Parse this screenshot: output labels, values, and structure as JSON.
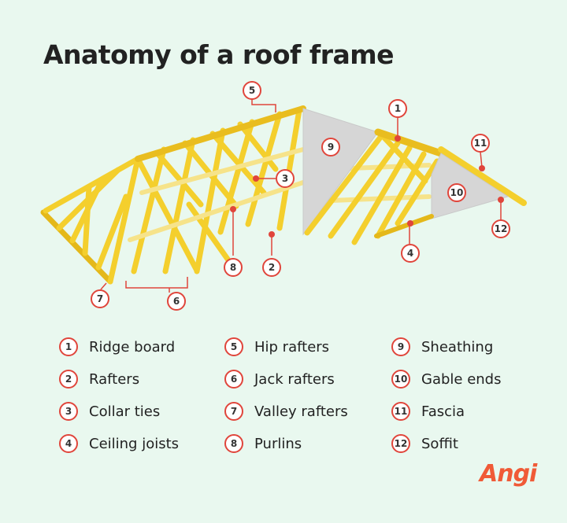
{
  "title": "Anatomy of a roof frame",
  "brand": "Angi",
  "colors": {
    "wood": "#f4cf2d",
    "wood_dark": "#d9a810",
    "sheathing": "#d6d6d6",
    "accent": "#e0453b",
    "background": "#e9f8ef"
  },
  "callouts": [
    "1",
    "2",
    "3",
    "4",
    "5",
    "6",
    "7",
    "8",
    "9",
    "10",
    "11",
    "12"
  ],
  "legend": [
    {
      "num": "1",
      "label": "Ridge board"
    },
    {
      "num": "2",
      "label": "Rafters"
    },
    {
      "num": "3",
      "label": "Collar ties"
    },
    {
      "num": "4",
      "label": "Ceiling joists"
    },
    {
      "num": "5",
      "label": "Hip rafters"
    },
    {
      "num": "6",
      "label": "Jack rafters"
    },
    {
      "num": "7",
      "label": "Valley rafters"
    },
    {
      "num": "8",
      "label": "Purlins"
    },
    {
      "num": "9",
      "label": "Sheathing"
    },
    {
      "num": "10",
      "label": "Gable ends"
    },
    {
      "num": "11",
      "label": "Fascia"
    },
    {
      "num": "12",
      "label": "Soffit"
    }
  ]
}
